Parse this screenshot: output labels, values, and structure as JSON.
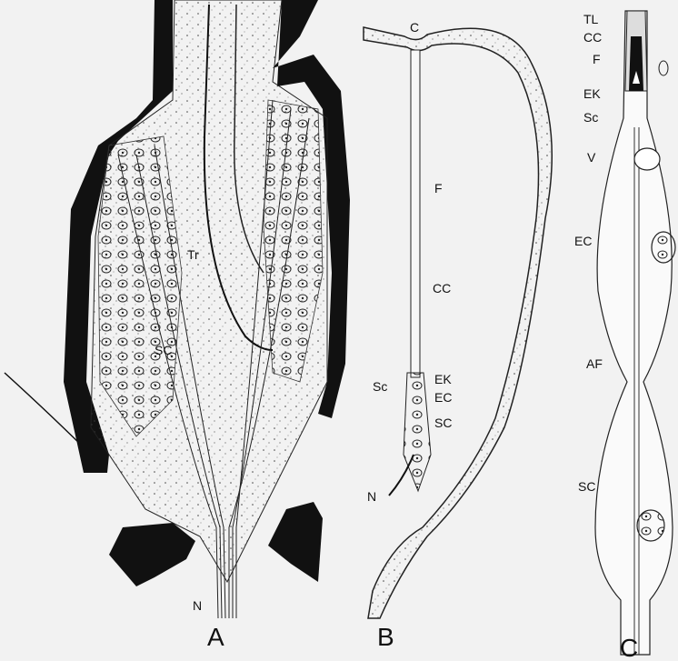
{
  "figure": {
    "panels": [
      {
        "letter": "A",
        "labels": {
          "sc": "SC",
          "tr": "Tr",
          "n": "N"
        }
      },
      {
        "letter": "B",
        "labels": {
          "c": "C",
          "f": "F",
          "cc": "CC",
          "sc_small": "Sc",
          "ek": "EK",
          "ec": "EC",
          "sc": "SC",
          "n": "N"
        }
      },
      {
        "letter": "C",
        "labels": {
          "tl": "TL",
          "cc": "CC",
          "f": "F",
          "ek": "EK",
          "sc_small": "Sc",
          "v": "V",
          "ec": "EC",
          "af": "AF",
          "sc": "SC"
        }
      }
    ]
  }
}
